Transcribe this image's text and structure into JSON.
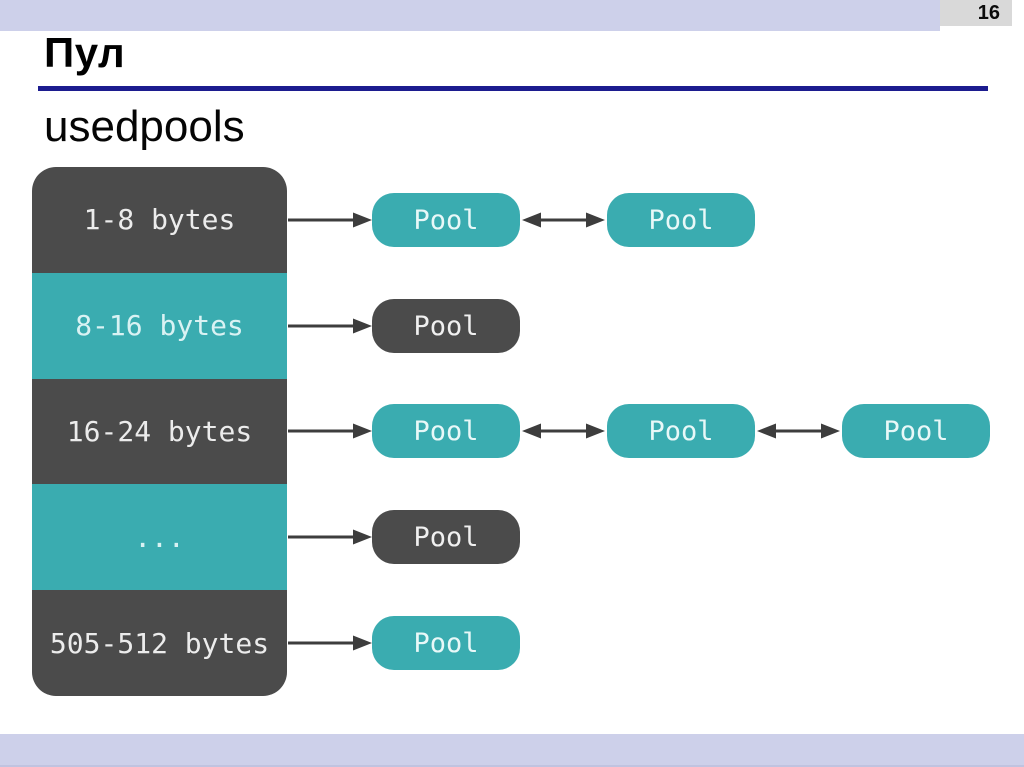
{
  "page": {
    "number": "16"
  },
  "slide": {
    "title": "Пул",
    "subtitle": "usedpools"
  },
  "colors": {
    "teal": "#3aacb0",
    "dark_gray": "#4b4b4b",
    "lavender_bar": "#cdd0ea",
    "title_rule_blue": "#1c1c8f",
    "page_badge_gray": "#d9d9d9",
    "arrow": "#3d3d3d"
  },
  "diagram": {
    "rows": [
      {
        "label": "1-8 bytes",
        "pools": [
          {
            "label": "Pool",
            "style": "teal"
          },
          {
            "label": "Pool",
            "style": "teal"
          }
        ]
      },
      {
        "label": "8-16 bytes",
        "pools": [
          {
            "label": "Pool",
            "style": "dark"
          }
        ]
      },
      {
        "label": "16-24 bytes",
        "pools": [
          {
            "label": "Pool",
            "style": "teal"
          },
          {
            "label": "Pool",
            "style": "teal"
          },
          {
            "label": "Pool",
            "style": "teal"
          }
        ]
      },
      {
        "label": "...",
        "pools": [
          {
            "label": "Pool",
            "style": "dark"
          }
        ]
      },
      {
        "label": "505-512 bytes",
        "pools": [
          {
            "label": "Pool",
            "style": "teal"
          }
        ]
      }
    ]
  }
}
